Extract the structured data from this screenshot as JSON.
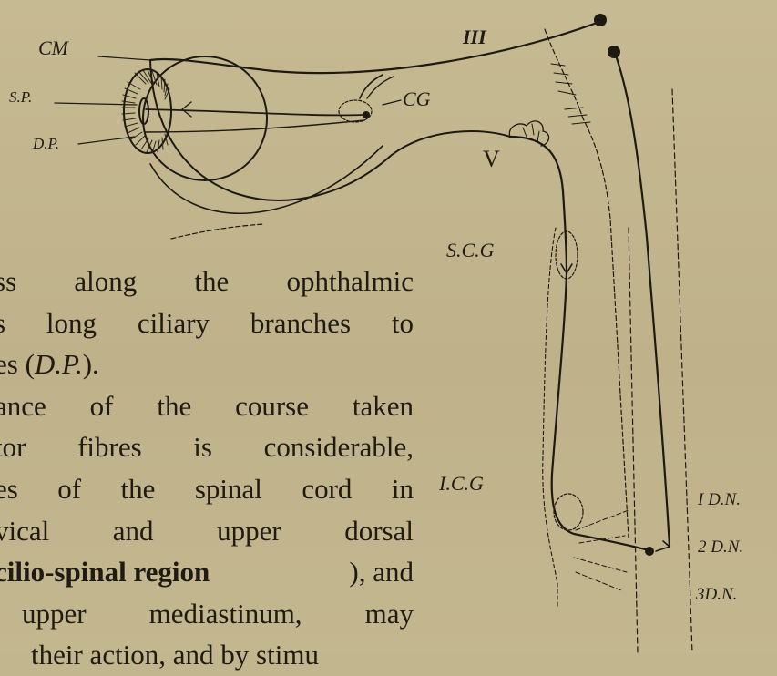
{
  "figure": {
    "labels": {
      "cm": "CM",
      "sp": "S.P.",
      "dp": "D.P.",
      "cg": "CG",
      "iii": "III",
      "v": "V",
      "scg": "S.C.G",
      "icg": "I.C.G",
      "dn1": "I D.N.",
      "dn2": "2 D.N.",
      "dn3": "3D.N."
    }
  },
  "text": {
    "line1": [
      "ss",
      "along",
      "the",
      "ophthalmic"
    ],
    "line2": [
      "s",
      "long",
      "ciliary",
      "branches",
      "to"
    ],
    "line3_a": "es (",
    "line3_b": "D.P.",
    "line3_c": ").",
    "line4": [
      "ance",
      "of",
      "the",
      "course",
      "taken"
    ],
    "line5": [
      "tor",
      "fibres",
      "is",
      "considerable,"
    ],
    "line6": [
      "es",
      "of",
      "the",
      "spinal",
      "cord",
      "in"
    ],
    "line7": [
      "vical",
      "and",
      "upper",
      "dorsal"
    ],
    "line8_bold": "cilio-spinal region",
    "line8_rest": "), and",
    "line9": [
      "upper",
      "mediastinum,",
      "may"
    ],
    "line10": "their action, and by stimu"
  }
}
